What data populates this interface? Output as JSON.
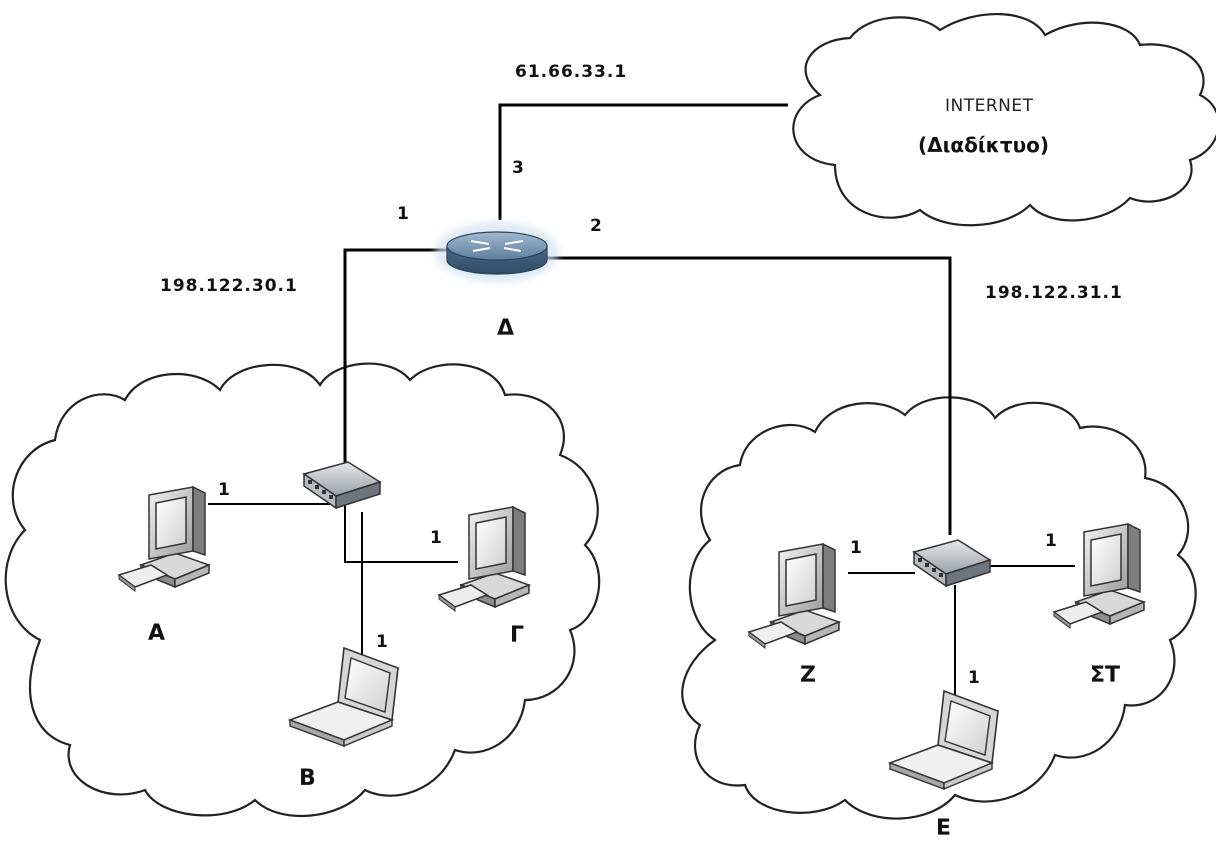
{
  "internet": {
    "title": "INTERNET",
    "subtitle": "(Διαδίκτυο)"
  },
  "router": {
    "name": "Δ",
    "ports": {
      "p1": "1",
      "p2": "2",
      "p3": "3"
    }
  },
  "ips": {
    "wan": "61.66.33.1",
    "lan1": "198.122.30.1",
    "lan2": "198.122.31.1"
  },
  "left_network": {
    "devices": [
      {
        "name": "Α",
        "type": "desktop",
        "port": "1"
      },
      {
        "name": "Β",
        "type": "laptop",
        "port": "1"
      },
      {
        "name": "Γ",
        "type": "desktop",
        "port": "1"
      }
    ]
  },
  "right_network": {
    "devices": [
      {
        "name": "Ζ",
        "type": "desktop",
        "port": "1"
      },
      {
        "name": "Ε",
        "type": "laptop",
        "port": "1"
      },
      {
        "name": "ΣΤ",
        "type": "desktop",
        "port": "1"
      }
    ]
  },
  "colors": {
    "line": "#000000",
    "router": "#4a6f92",
    "switch": "#c7ccd2",
    "cloud_fill": "#ffffff"
  }
}
